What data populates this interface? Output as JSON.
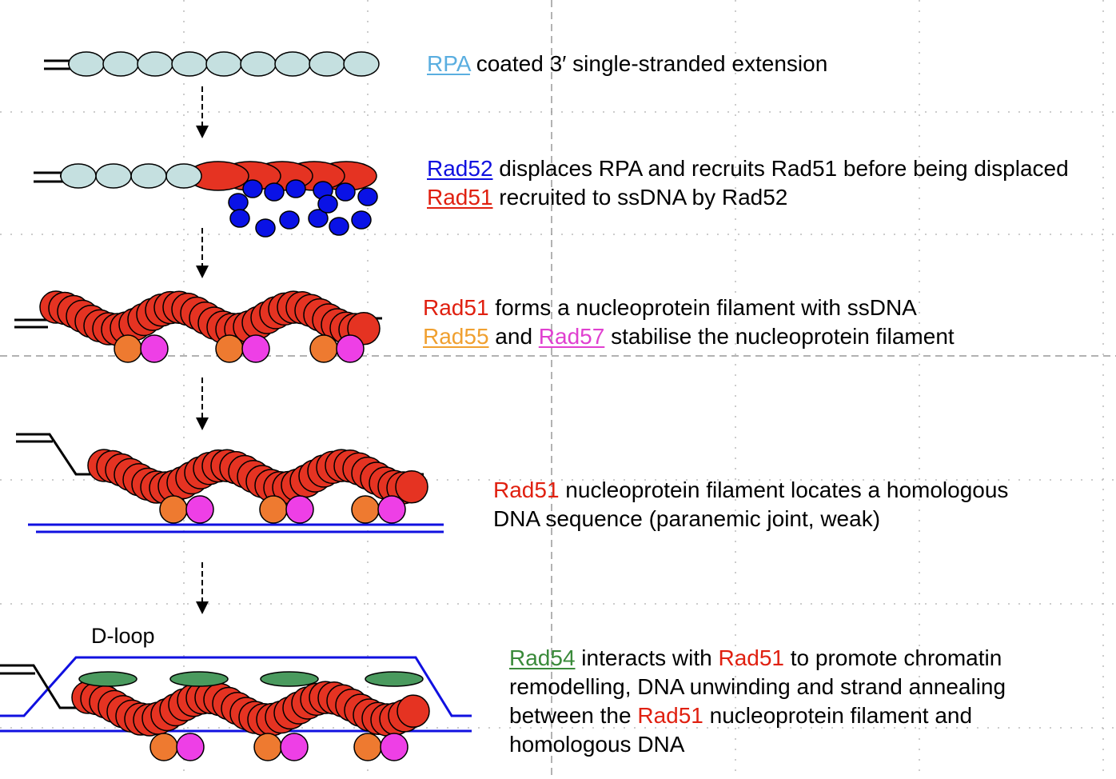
{
  "colors": {
    "rpa_fill": "#c5e0e0",
    "rad51_fill": "#e53322",
    "rad52_fill": "#0a12e6",
    "rad55_fill": "#ee7a30",
    "rad57_fill": "#ee3fe6",
    "rad54_fill": "#4a9a5e",
    "dna_blue": "#1010e0",
    "grid": "#bbbbbb"
  },
  "steps": [
    {
      "id": "step1",
      "lines": [
        [
          {
            "t": "RPA",
            "k": "rpa",
            "u": true
          },
          {
            "t": " coated 3′ single-stranded extension"
          }
        ]
      ]
    },
    {
      "id": "step2",
      "lines": [
        [
          {
            "t": "Rad52",
            "k": "rad52",
            "u": true
          },
          {
            "t": " displaces RPA and recruits Rad51 before being displaced"
          }
        ],
        [
          {
            "t": "Rad51",
            "k": "rad51",
            "u": true
          },
          {
            "t": " recruited to ssDNA by Rad52"
          }
        ]
      ]
    },
    {
      "id": "step3",
      "lines": [
        [
          {
            "t": "Rad51",
            "k": "rad51"
          },
          {
            "t": " forms a nucleoprotein filament with ssDNA"
          }
        ],
        [
          {
            "t": "Rad55",
            "k": "rad55",
            "u": true
          },
          {
            "t": " and "
          },
          {
            "t": "Rad57",
            "k": "rad57",
            "u": true
          },
          {
            "t": " stabilise the nucleoprotein filament"
          }
        ]
      ]
    },
    {
      "id": "step4",
      "lines": [
        [
          {
            "t": "Rad51",
            "k": "rad51"
          },
          {
            "t": " nucleoprotein filament locates a homologous"
          }
        ],
        [
          {
            "t": "DNA sequence (paranemic joint, weak)"
          }
        ]
      ]
    },
    {
      "id": "step5",
      "lines": [
        [
          {
            "t": "Rad54",
            "k": "rad54",
            "u": true
          },
          {
            "t": " interacts with "
          },
          {
            "t": "Rad51",
            "k": "rad51"
          },
          {
            "t": " to promote chromatin"
          }
        ],
        [
          {
            "t": "remodelling, DNA unwinding and strand annealing"
          }
        ],
        [
          {
            "t": "between the "
          },
          {
            "t": "Rad51",
            "k": "rad51"
          },
          {
            "t": " nucleoprotein filament and"
          }
        ],
        [
          {
            "t": "homologous DNA"
          }
        ]
      ]
    }
  ],
  "dloop_label": "D-loop"
}
